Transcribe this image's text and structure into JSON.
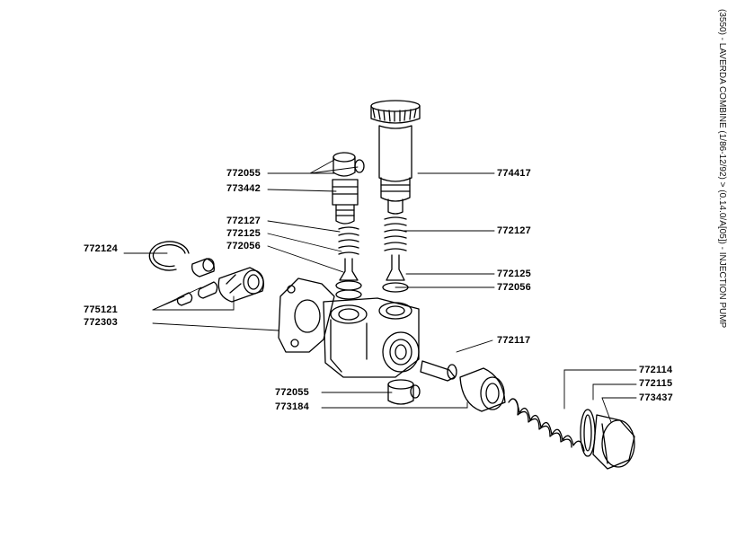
{
  "diagram": {
    "title": "(3550) - LAVERDA COMBINE (1/86-12/92) > (0.14.0/A[05]) - INJECTION PUMP",
    "parts": [
      {
        "code": "772055"
      },
      {
        "code": "773442"
      },
      {
        "code": "774417"
      },
      {
        "code": "772127"
      },
      {
        "code": "772125"
      },
      {
        "code": "772056"
      },
      {
        "code": "772127"
      },
      {
        "code": "772124"
      },
      {
        "code": "772125"
      },
      {
        "code": "772056"
      },
      {
        "code": "775121"
      },
      {
        "code": "772303"
      },
      {
        "code": "772117"
      },
      {
        "code": "772114"
      },
      {
        "code": "772115"
      },
      {
        "code": "773437"
      },
      {
        "code": "772055"
      },
      {
        "code": "773184"
      }
    ]
  }
}
